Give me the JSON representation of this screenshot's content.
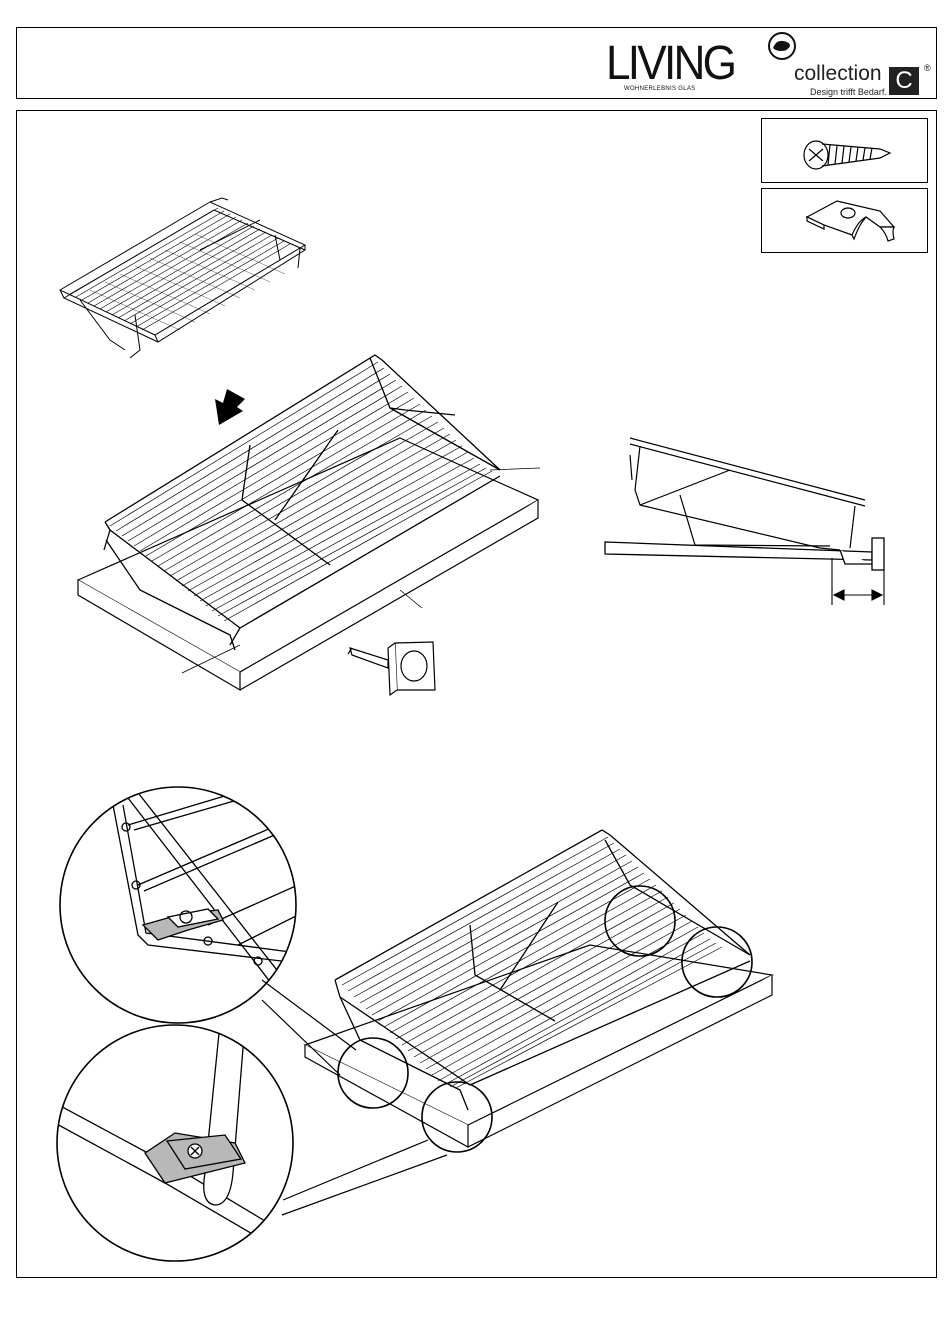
{
  "header": {
    "brand_name": "LIVING",
    "brand_subtitle": "WOHNERLEBNIS GLAS",
    "brand_collection": "collection",
    "brand_letter": "C",
    "brand_registered": "®",
    "brand_tagline": "Design trifft Bedarf."
  },
  "parts": [
    {
      "icon": "screw-icon"
    },
    {
      "icon": "mounting-clip-icon"
    }
  ],
  "colors": {
    "line": "#000000",
    "clip_fill": "#b8b8b8",
    "background": "#ffffff"
  }
}
